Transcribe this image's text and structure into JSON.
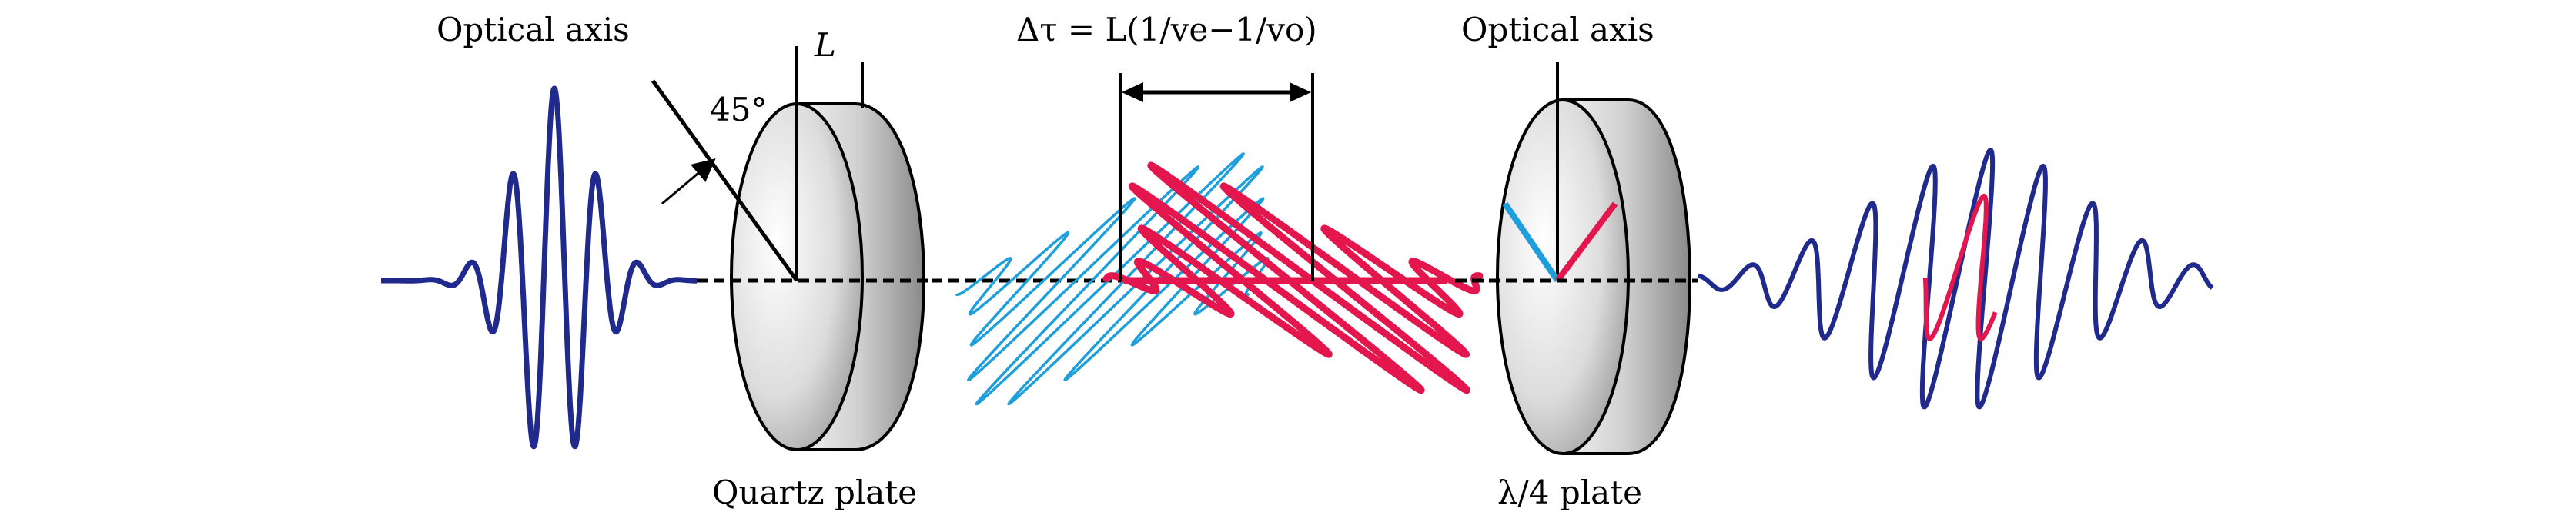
{
  "labels": {
    "optical_axis_left": "Optical axis",
    "optical_axis_right": "Optical axis",
    "thickness": "L",
    "angle": "45°",
    "delay_formula": "Δτ = L(1/ve−1/vo)",
    "quartz_plate": "Quartz plate",
    "quarter_wave_plate": "λ/4 plate"
  },
  "colors": {
    "input_pulse": "#1f2a8c",
    "ordinary_wave": "#1e9fdc",
    "extraordinary_wave": "#e3174d",
    "plate_fill": "#d9d9d9",
    "axis_line": "#000000"
  }
}
